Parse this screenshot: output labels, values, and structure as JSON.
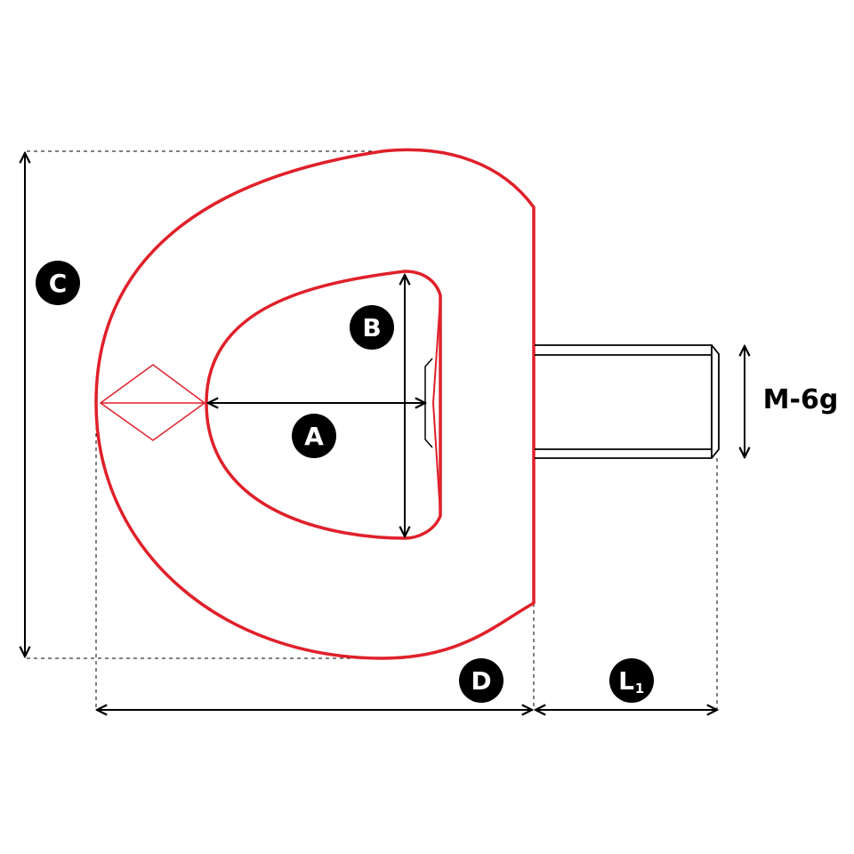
{
  "labels": {
    "a": "A",
    "b": "B",
    "c": "C",
    "d": "D",
    "l1_main": "L",
    "l1_sub": "1",
    "thread": "M-6g"
  },
  "colors": {
    "outline": "#e0202a",
    "dimension": "#000000",
    "badge_fill": "#000000",
    "badge_text": "#ffffff"
  }
}
